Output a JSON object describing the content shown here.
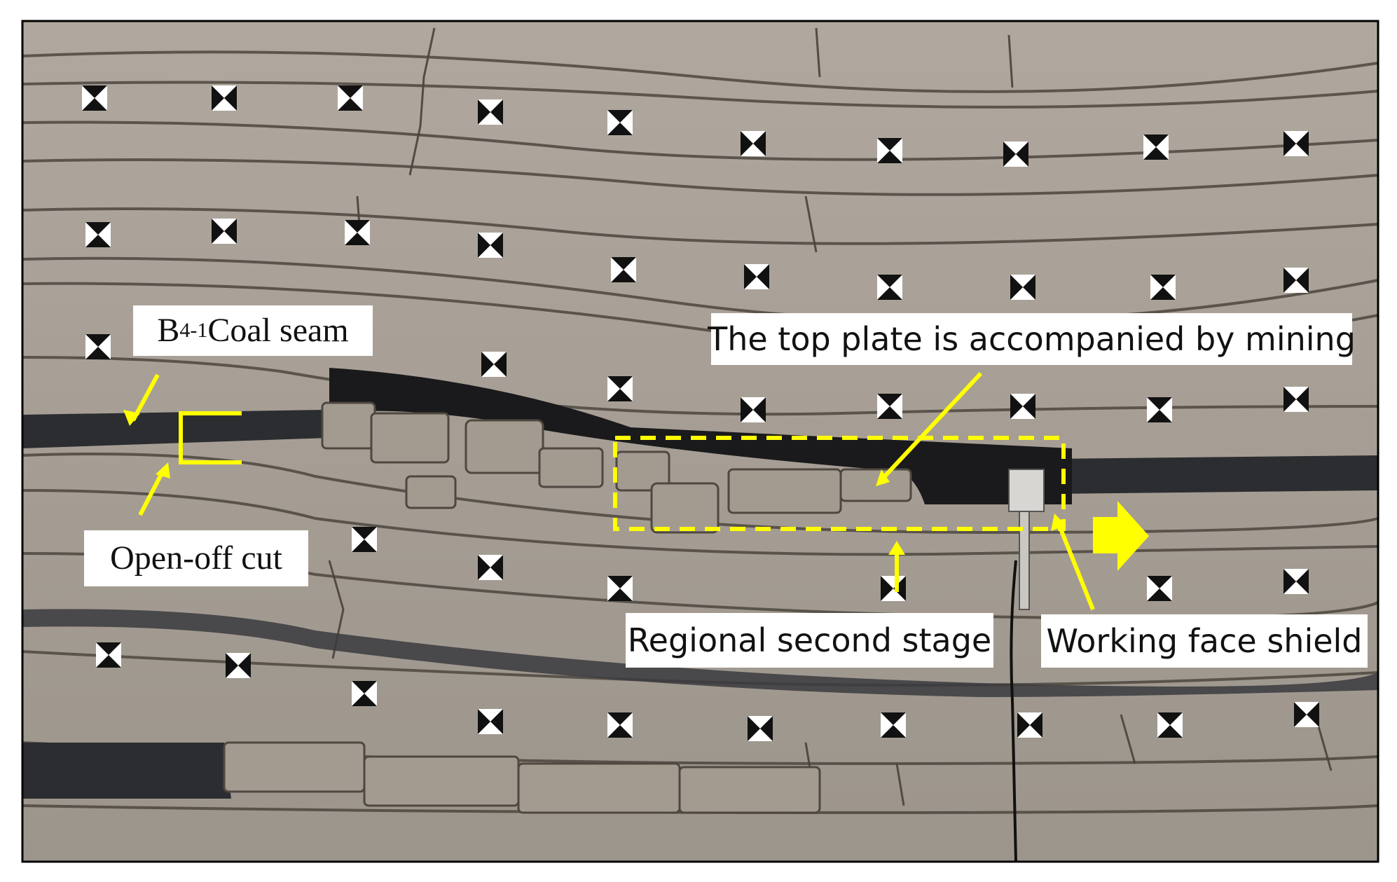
{
  "figure": {
    "colors": {
      "annotation": "#ffff00",
      "rock": "#aca49a",
      "seam": "#2c2d31",
      "marker_dark": "#111111",
      "marker_light": "#ffffff",
      "frame": "#000000"
    },
    "labels": {
      "coal_seam_prefix": "B",
      "coal_seam_subscript": "4-1",
      "coal_seam_suffix": "Coal seam",
      "open_off_cut": "Open-off cut",
      "top_plate": "The top plate is accompanied by mining",
      "regional_second_stage": "Regional second stage",
      "working_face_shield": "Working face shield"
    }
  }
}
